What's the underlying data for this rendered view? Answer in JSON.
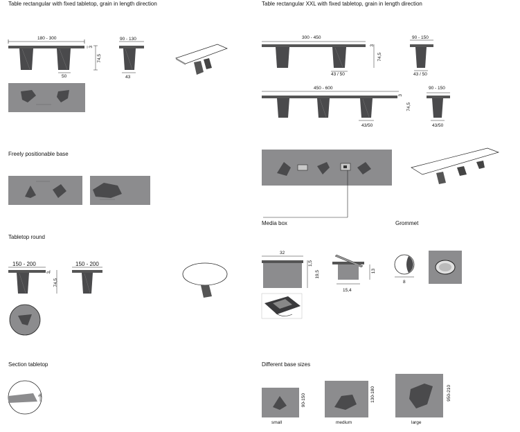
{
  "headings": {
    "rect_fixed": "Table rectangular with fixed tabletop, grain in length direction",
    "rect_xxl": "Table rectangular XXL with fixed tabletop, grain in length direction",
    "free_base": "Freely positionable base",
    "round": "Tabletop round",
    "media_box": "Media box",
    "grommet": "Grommet",
    "section": "Section tabletop",
    "base_sizes": "Different base sizes"
  },
  "dims": {
    "rect_length": "180 - 300",
    "rect_thick": "3",
    "rect_height": "74,5",
    "rect_base": "50",
    "rect_width": "90 - 130",
    "rect_side_base": "43",
    "xxl1_length": "300 - 450",
    "xxl1_thick": "3",
    "xxl1_height": "74,5",
    "xxl1_base": "43 / 50",
    "xxl1_width": "90 - 150",
    "xxl1_side_base": "43 / 50",
    "xxl2_length": "450 - 600",
    "xxl2_thick": "3",
    "xxl2_height": "74,5",
    "xxl2_base": "43/50",
    "xxl2_width": "90 - 150",
    "xxl2_side_base": "43/50",
    "round_d1": "150 - 200",
    "round_d2": "150 - 200",
    "round_thick": "3",
    "round_height": "74,5",
    "media_w": "32",
    "media_t": "1,5",
    "media_h": "19,5",
    "media_open_h": "13",
    "media_depth": "15,4",
    "grommet_d": "8",
    "section_t": "3",
    "small_dim": "90-150",
    "medium_dim": "130-180",
    "large_dim": "950-210"
  },
  "base_sizes": {
    "small": "small",
    "medium": "medium",
    "large": "large"
  },
  "colors": {
    "panel": "#8c8c8e",
    "base": "#4a4a4c",
    "base_dark": "#3a3a3c",
    "line": "#222222"
  }
}
